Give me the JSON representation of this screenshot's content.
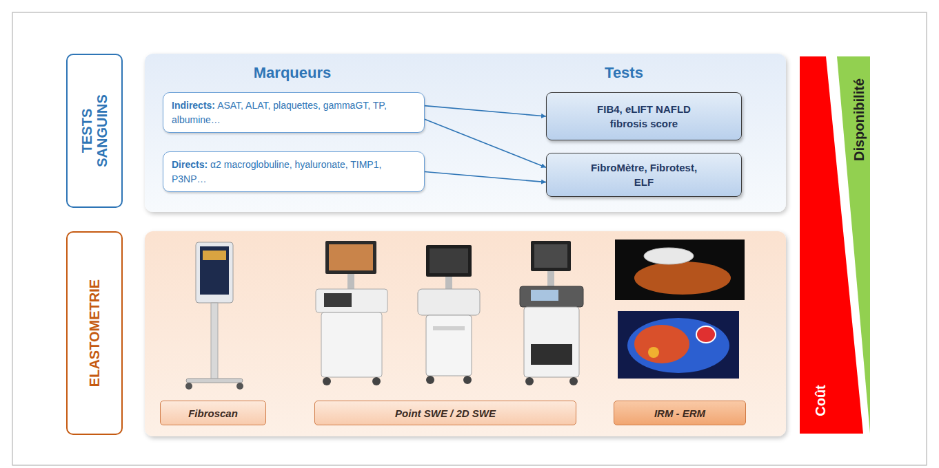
{
  "diagram": {
    "nodes": [
      {
        "text": [
          "TESTS SANGUINS"
        ]
      },
      {
        "text": [
          "Marqueurs",
          "Tests"
        ]
      },
      {
        "text": [
          "Indirects: ASAT, ALAT, plaquettes, gammaGT, TP, albumine…"
        ],
        "in": 1
      },
      {
        "text": [
          "Directs: α2 macroglobuline, hyaluronate, TIMP1, P3NP…"
        ],
        "in": 1
      },
      {
        "text": [
          "FIB4, eLIFT NAFLD fibrosis score"
        ],
        "in": 1
      },
      {
        "text": [
          "FibroMètre, Fibrotest, ELF"
        ],
        "in": 1
      },
      {
        "text": [
          "ELASTOMETRIE"
        ]
      },
      {
        "text": [
          "Fibroscan"
        ]
      },
      {
        "text": [
          "Point SWE / 2D SWE"
        ]
      },
      {
        "text": [
          "IRM - ERM"
        ]
      },
      {
        "text": [
          "Coût"
        ]
      },
      {
        "text": [
          "Disponibilité"
        ]
      }
    ],
    "edges": [
      {
        "from": 2,
        "to": 4,
        "arrow": "to"
      },
      {
        "from": 2,
        "to": 5,
        "arrow": "to"
      },
      {
        "from": 3,
        "to": 5,
        "arrow": "to"
      }
    ]
  }
}
